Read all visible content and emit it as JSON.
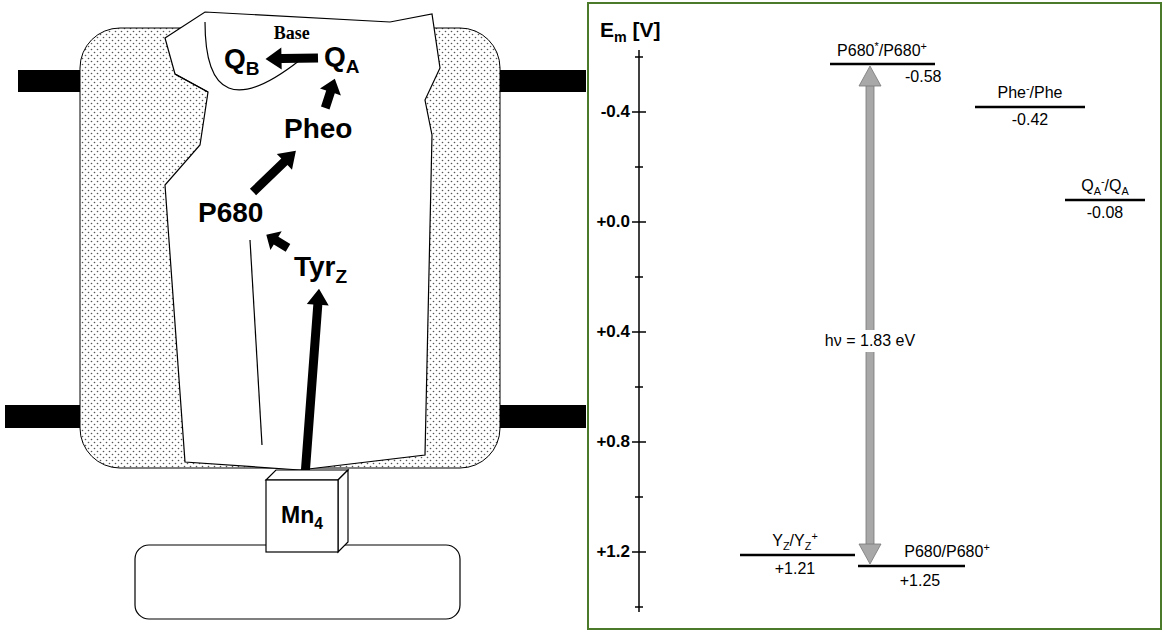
{
  "diagram": {
    "nodes": [
      {
        "text": [
          "QB"
        ]
      },
      {
        "text": [
          "QA"
        ]
      },
      {
        "text": [
          "Pheo"
        ]
      },
      {
        "text": [
          "P680"
        ]
      },
      {
        "text": [
          "TyrZ"
        ]
      },
      {
        "text": [
          "Mn4"
        ]
      }
    ],
    "edges": [
      {
        "from": 5,
        "to": 4,
        "arrow": "to"
      },
      {
        "from": 4,
        "to": 3,
        "arrow": "to"
      },
      {
        "from": 3,
        "to": 2,
        "arrow": "to"
      },
      {
        "from": 2,
        "to": 1,
        "arrow": "to"
      },
      {
        "from": 1,
        "to": 0,
        "label": "Base",
        "arrow": "to"
      }
    ],
    "labels": [
      "Em [V]",
      "-0.4",
      "+0.0",
      "+0.4",
      "+0.8",
      "+1.2",
      "P680*/P680+",
      "-0.58",
      "Phe-/Phe",
      "-0.42",
      "QA-/QA",
      "-0.08",
      "hν = 1.83 eV",
      "YZ/YZ+",
      "+1.21",
      "P680/P680+",
      "+1.25"
    ]
  }
}
